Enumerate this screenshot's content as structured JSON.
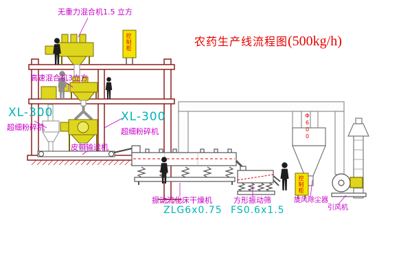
{
  "title": {
    "main": "农药生产线流程图",
    "capacity": "(500kg/h)"
  },
  "labels": {
    "top_mixer": "无重力混合机1.5 立方",
    "high_speed_mixer": "高速混合机3立方",
    "mill_left_model": "XL-300",
    "mill_left_name": "超细粉碎机",
    "mill_mid_model": "XL-300",
    "mill_mid_name": "超细粉碎机",
    "belt_conveyor": "皮带输送机",
    "dryer_name": "振动流化床干燥机",
    "dryer_model": "ZLG6x0.75",
    "screen_name": "方形振动筛",
    "screen_model": "FS0.6x1.5",
    "cyclone_name": "旋风除尘器",
    "fan_name": "引风机",
    "cabinet_top": "控制柜",
    "cabinet_right": "控制柜",
    "pipe_dia": "Φ600"
  },
  "colors": {
    "structure": "#8b1f1f",
    "equipment_yellow": "#ded61e",
    "cabinet_yellow": "#f2e400",
    "magenta": "#c800c8",
    "cyan": "#00b4b4",
    "red": "#e60000",
    "pipe_gray": "#8f8f8f"
  }
}
